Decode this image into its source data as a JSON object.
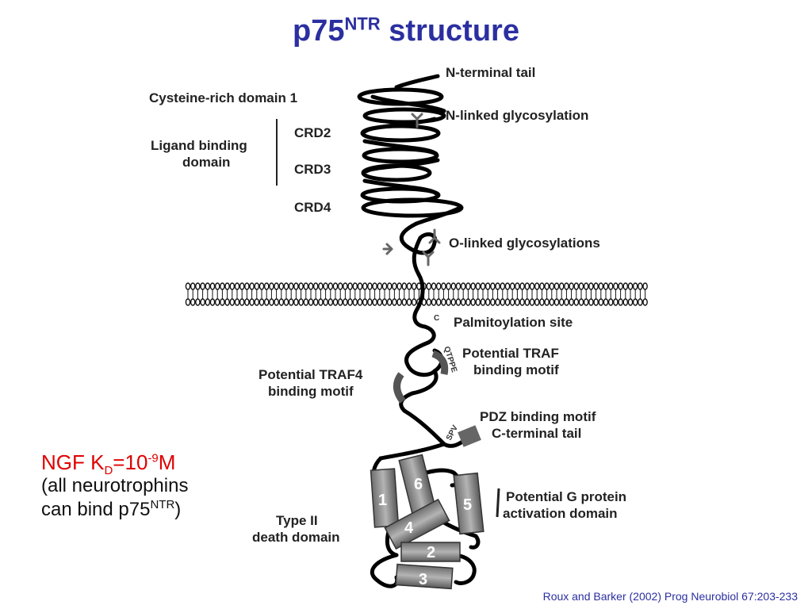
{
  "title": {
    "main": "p75",
    "sup": "NTR",
    "rest": " structure"
  },
  "labels": {
    "n_terminal": "N-terminal tail",
    "crd1": "Cysteine-rich domain 1",
    "n_glyco": "N-linked glycosylation",
    "crd2": "CRD2",
    "ligand_line1": "Ligand binding",
    "ligand_line2": "domain",
    "crd3": "CRD3",
    "crd4": "CRD4",
    "o_glyco": "O-linked glycosylations",
    "palmitoyl": "Palmitoylation site",
    "cys_letter": "C",
    "traf_line1": "Potential TRAF",
    "traf_line2": "binding motif",
    "traf_seq": "QTPPE",
    "traf4_line1": "Potential TRAF4",
    "traf4_line2": "binding motif",
    "pdz_line1": "PDZ binding motif",
    "pdz_line2": "C-terminal tail",
    "spv_seq": "SPV",
    "gprot_line1": "Potential G protein",
    "gprot_line2": "activation domain",
    "death_line1": "Type II",
    "death_line2": "death domain"
  },
  "helices": [
    "1",
    "2",
    "3",
    "4",
    "5",
    "6"
  ],
  "side_note": {
    "ngf": "NGF K",
    "kd_sub": "D",
    "eq": "=10",
    "exp": "-9",
    "unit": "M",
    "line2": "(all neurotrophins",
    "line3": "can bind p75",
    "line3_sup": "NTR",
    "line3_end": ")"
  },
  "citation": "Roux and Barker (2002) Prog Neurobiol 67:203-233",
  "colors": {
    "title": "#2b2fa0",
    "accent_red": "#e00000",
    "citation": "#2b2fa0"
  }
}
